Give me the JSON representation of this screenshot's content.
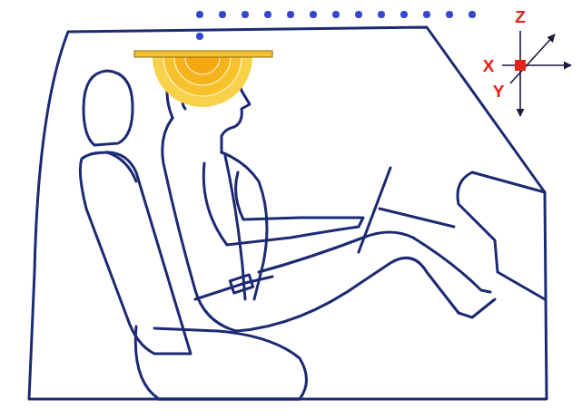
{
  "diagram": {
    "labels": [
      "Z",
      "X",
      "Y"
    ]
  }
}
